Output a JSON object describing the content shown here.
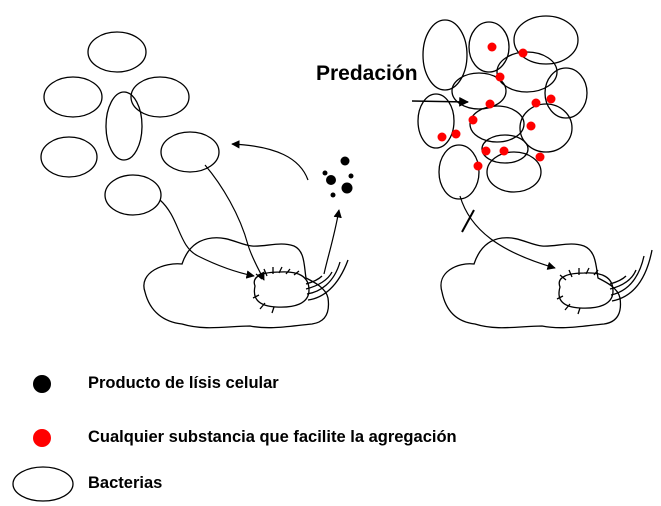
{
  "annotation": {
    "predation_label": "Predación"
  },
  "legend": {
    "items": [
      {
        "marker": "black-dot",
        "color": "#000000",
        "label": "Producto de lísis celular"
      },
      {
        "marker": "red-dot",
        "color": "#ff0000",
        "label": "Cualquier substancia que facilite la agregación"
      },
      {
        "marker": "ellipse-outline",
        "color": "#000000",
        "label": "Bacterias"
      }
    ]
  },
  "colors": {
    "ink": "#000000",
    "aggregation": "#ff0000",
    "background": "#ffffff"
  }
}
